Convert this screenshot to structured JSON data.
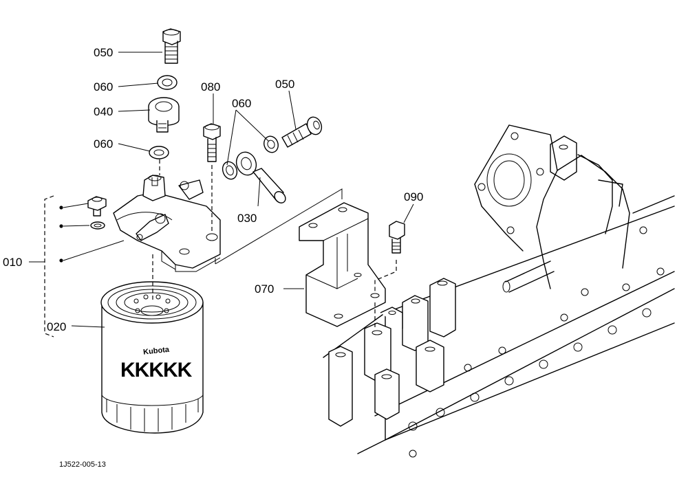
{
  "labels": {
    "p050a": "050",
    "p060a": "060",
    "p040": "040",
    "p060b": "060",
    "p080": "080",
    "p060c": "060",
    "p050b": "050",
    "p030": "030",
    "p090": "090",
    "p070": "070",
    "p010": "010",
    "p020": "020"
  },
  "filter_brand": "Kubota",
  "filter_logo": "KKKKK",
  "reference_code": "1J522-005-13"
}
